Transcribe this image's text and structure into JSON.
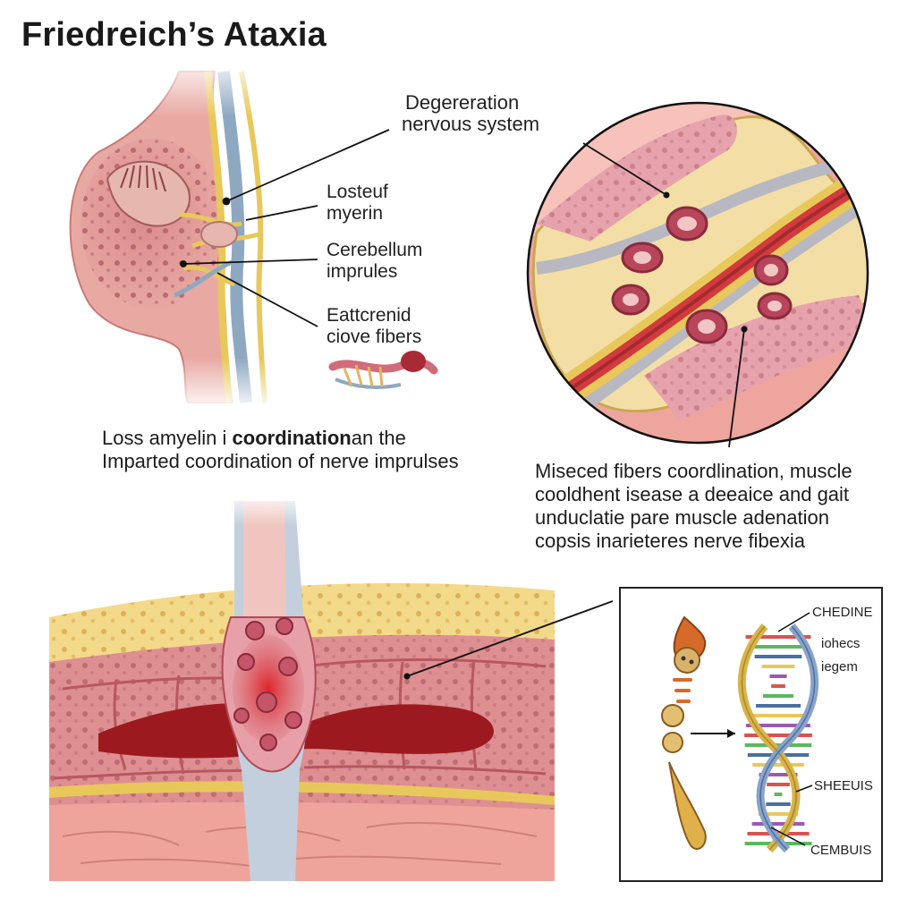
{
  "title": "Friedreich’s Ataxia",
  "labels": {
    "degeneration": [
      "Degereration",
      "nervous system"
    ],
    "lost_myelin": [
      "Losteuf",
      "myerin"
    ],
    "cerebellum": [
      "Cerebellum",
      "imprules"
    ],
    "eattcrenid": [
      "Eattcrenid",
      "ciove fibers"
    ]
  },
  "middle_text": {
    "line1_a": "Loss a",
    "line1_b": "myelin i ",
    "line1_bold": "coordination",
    "line1_c": "an the",
    "line2": "Imparted coordination of nerve imprulses"
  },
  "right_text": [
    "Miseced fibers coordlination, muscle",
    "cooldhent isease a deeaice and gait",
    "unduclatie pare muscle adenation",
    "copsis inarieteres nerve fibexia"
  ],
  "dna_labels": {
    "chedine": "CHEDINE",
    "iohecs": "iohecs",
    "iegem": "iegem",
    "sheeuis": "SHEEUIS",
    "cembuis": "CEMBUIS"
  }
}
